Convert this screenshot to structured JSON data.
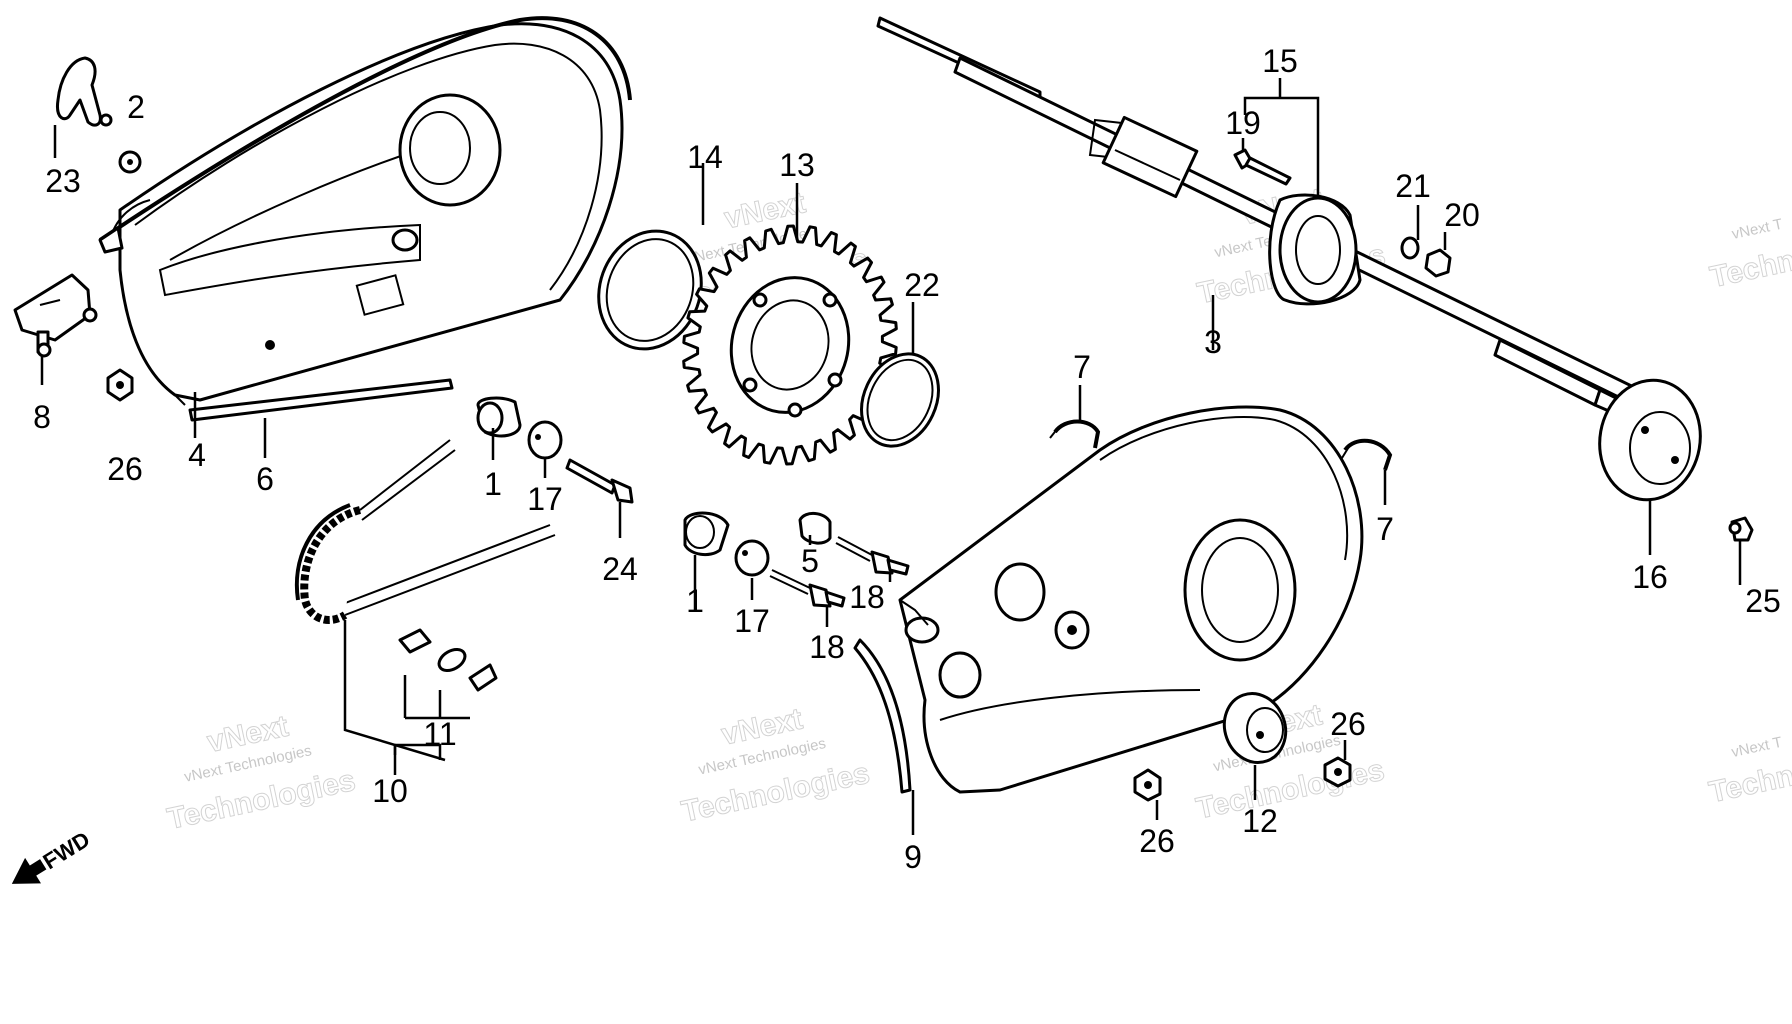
{
  "diagram": {
    "fwd_label": "FWD",
    "watermark": {
      "line1": "vNext Technologies",
      "line2": "Technologies",
      "line3": "vNext",
      "line4": "vNext T",
      "line5": "Techno"
    },
    "callouts": {
      "c1a": "1",
      "c1b": "1",
      "c2": "2",
      "c3": "3",
      "c4": "4",
      "c5": "5",
      "c6": "6",
      "c7a": "7",
      "c7b": "7",
      "c8": "8",
      "c9": "9",
      "c10": "10",
      "c11": "11",
      "c12": "12",
      "c13": "13",
      "c14": "14",
      "c15": "15",
      "c16": "16",
      "c17a": "17",
      "c17b": "17",
      "c18a": "18",
      "c18b": "18",
      "c19": "19",
      "c20": "20",
      "c21": "21",
      "c22": "22",
      "c23": "23",
      "c24": "24",
      "c25": "25",
      "c26a": "26",
      "c26b": "26",
      "c26c": "26"
    }
  }
}
